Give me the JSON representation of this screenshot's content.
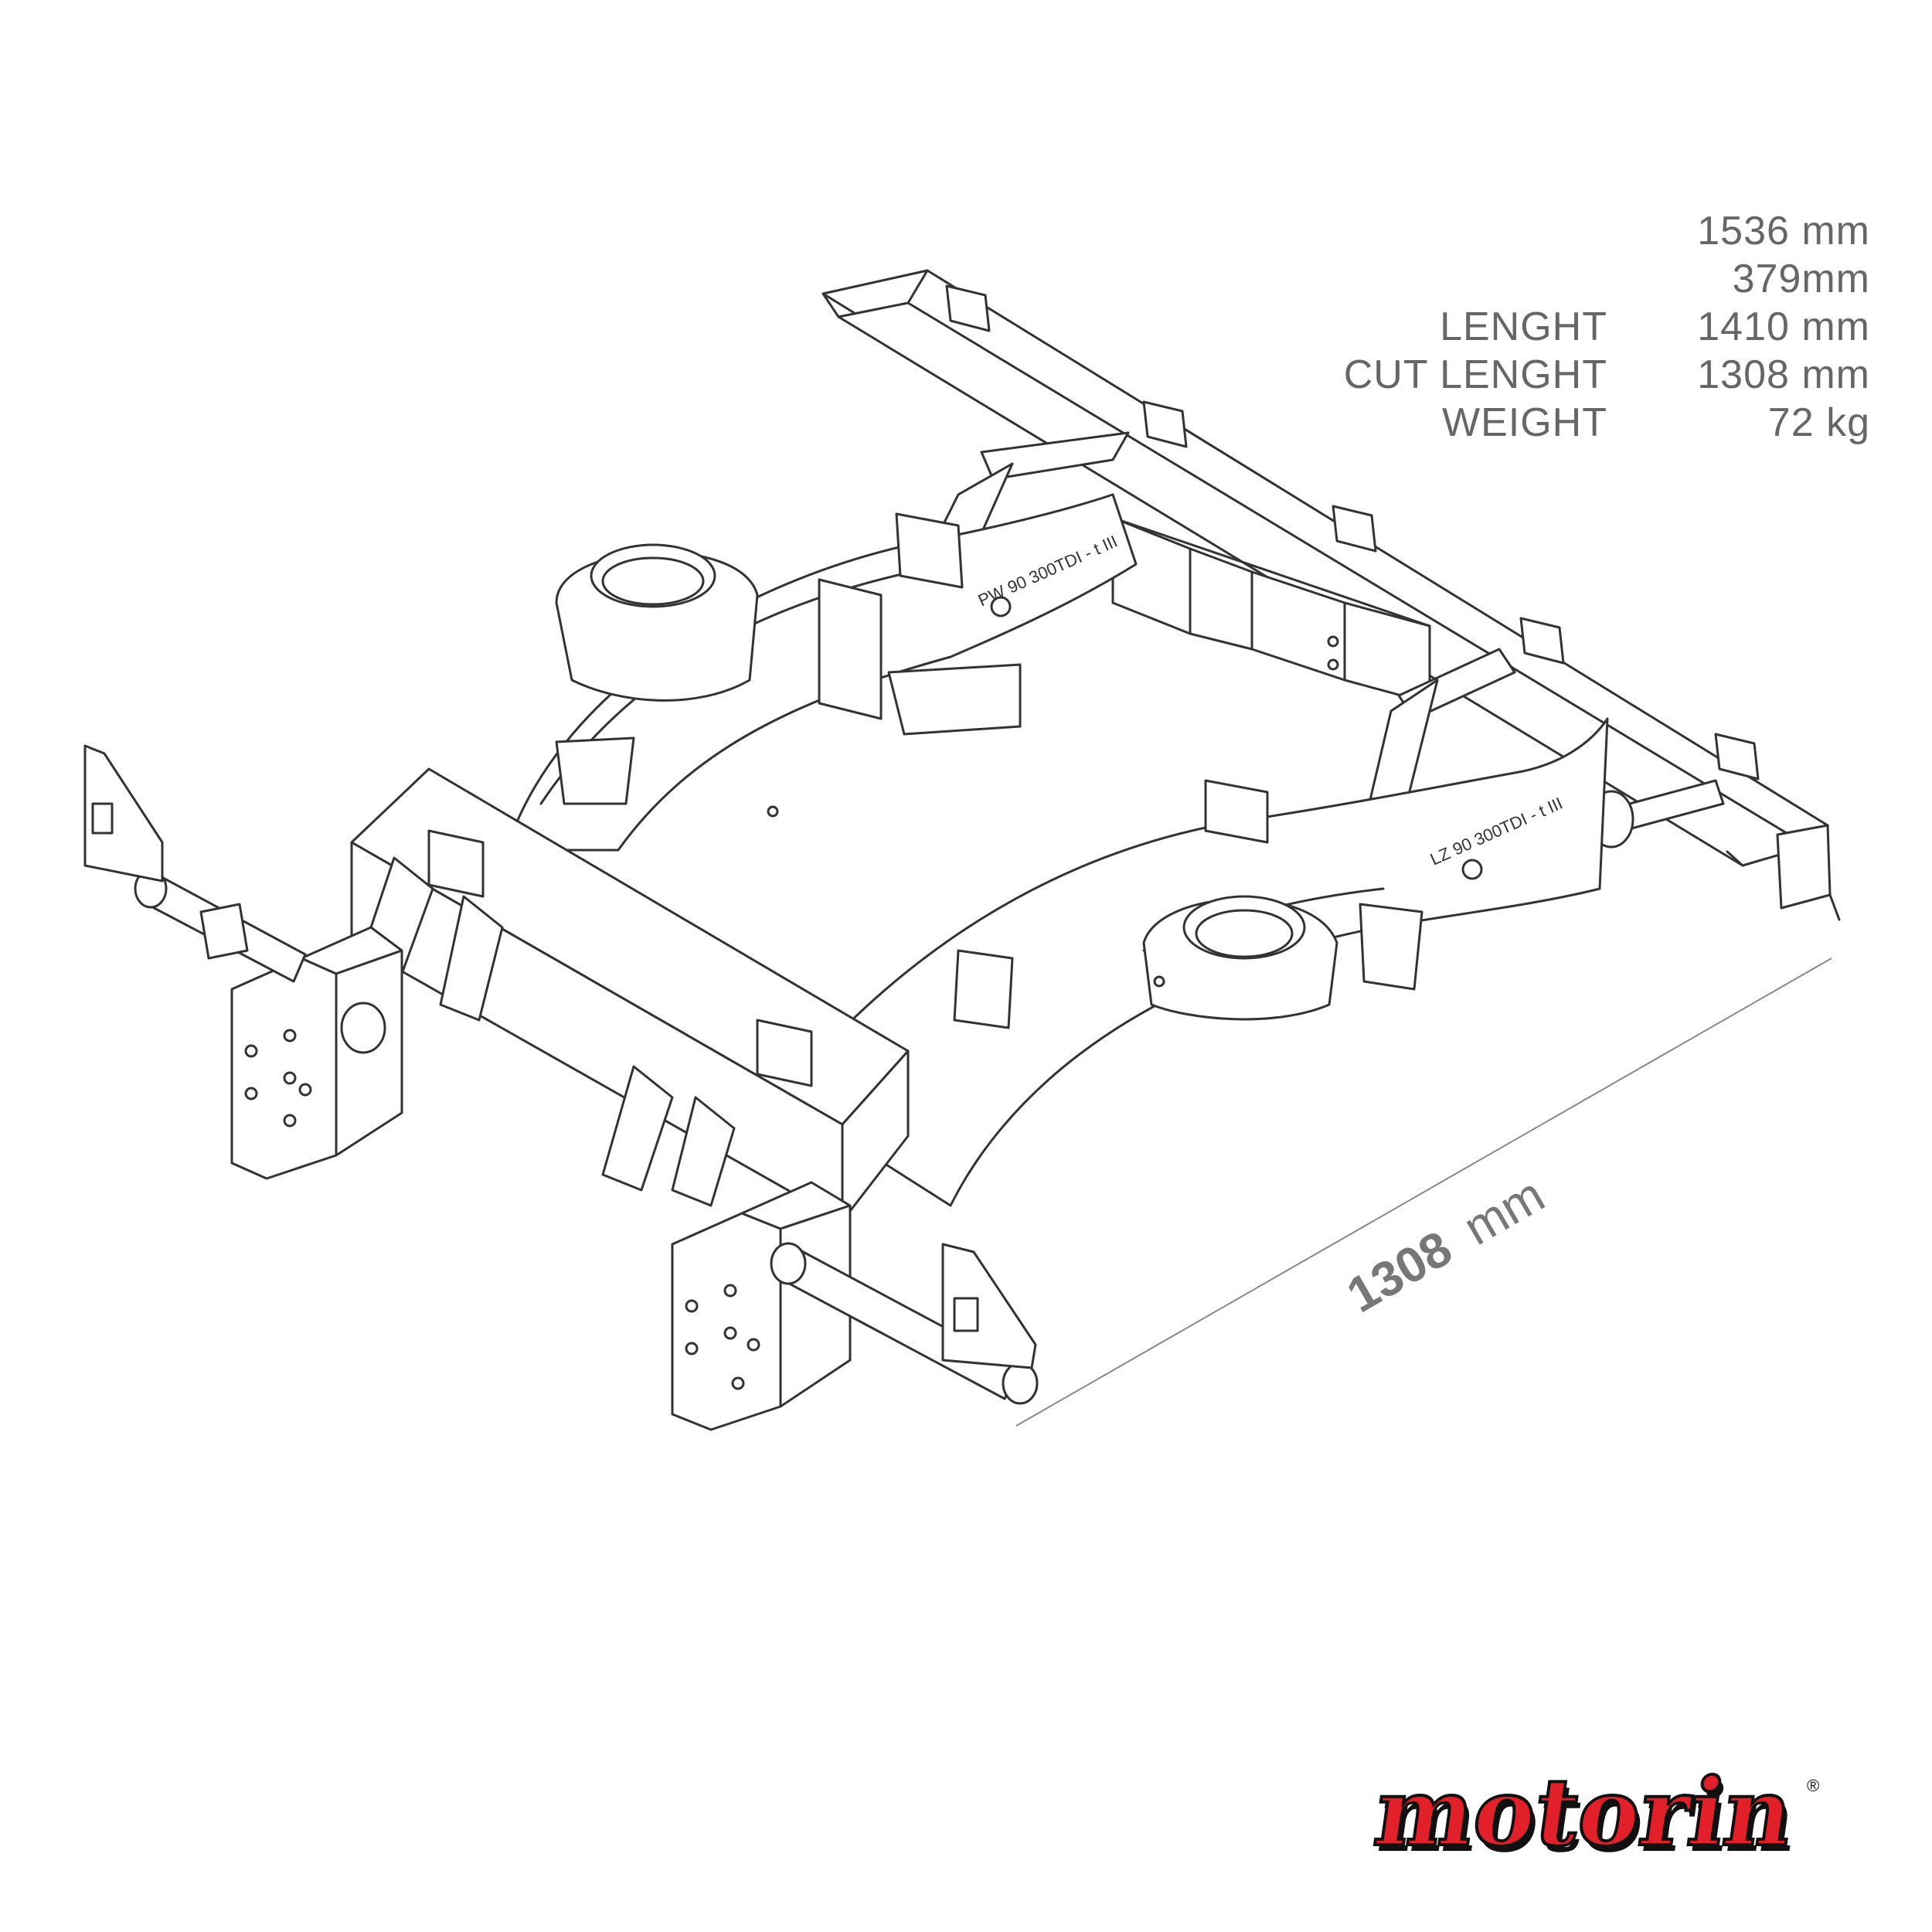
{
  "specs": [
    {
      "label": "",
      "value": "1536 mm"
    },
    {
      "label": "",
      "value": "379mm"
    },
    {
      "label": "LENGHT",
      "value": "1410 mm"
    },
    {
      "label": "CUT LENGHT",
      "value": "1308 mm"
    },
    {
      "label": "WEIGHT",
      "value": "72 kg"
    }
  ],
  "dimension": {
    "number": "1308",
    "unit": "mm"
  },
  "chassis_labels": {
    "left_rail": "PW 90 300TDI - t III",
    "right_rail": "LZ 90 300TDI - t III"
  },
  "logo": {
    "text": "motorin",
    "registered": "®"
  },
  "colors": {
    "line": "#333333",
    "dim_text": "#777777",
    "spec_text": "#666666",
    "logo_red": "#e2202a",
    "logo_black": "#111111"
  }
}
